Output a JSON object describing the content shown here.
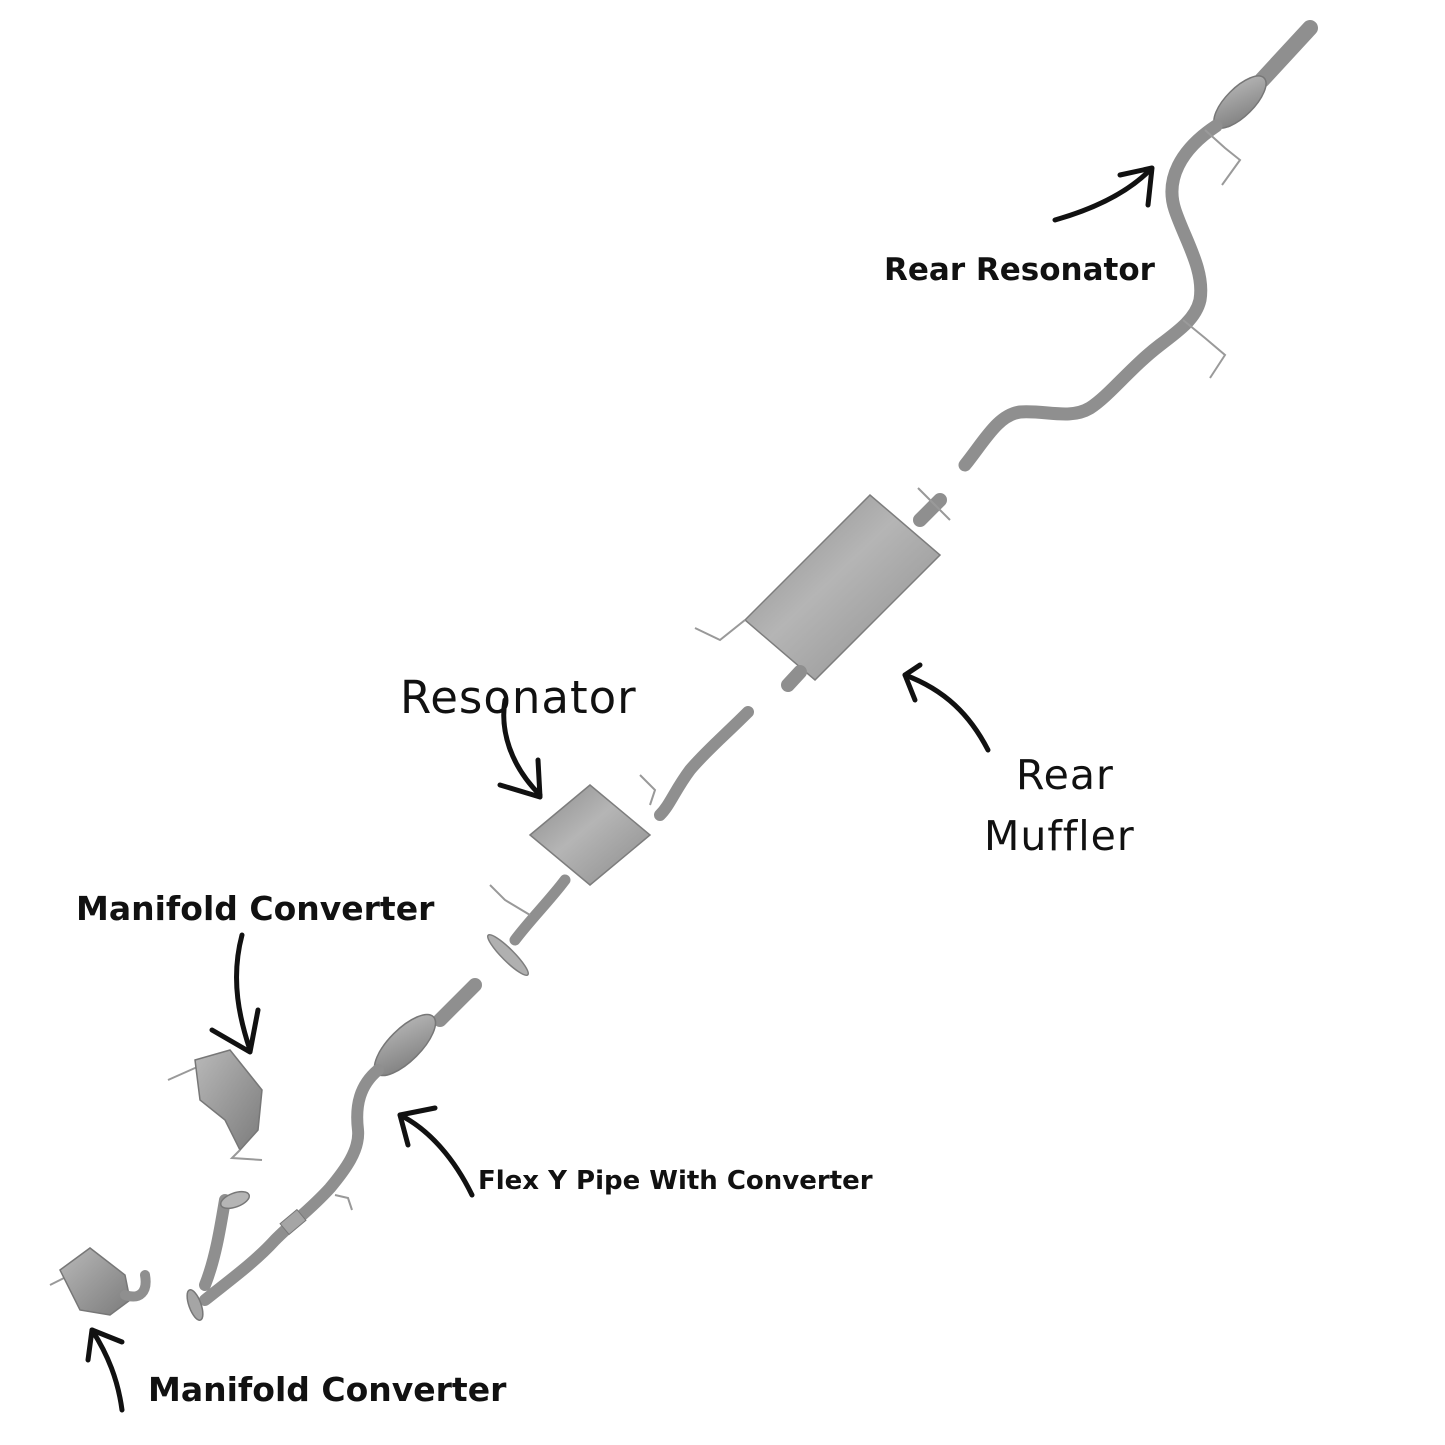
{
  "labels": {
    "rear_resonator": "Rear Resonator",
    "resonator": "Resonator",
    "rear_muffler_line1": "Rear",
    "rear_muffler_line2": "Muffler",
    "manifold_converter_top": "Manifold Converter",
    "flex_y_pipe": "Flex Y Pipe With Converter",
    "manifold_converter_bottom": "Manifold Converter"
  },
  "colors": {
    "background": "#ffffff",
    "text": "#111111",
    "arrow": "#111111",
    "pipe": "#8f8f8f",
    "pipe_highlight": "#c9c9c9",
    "pipe_shadow": "#6e6e6e"
  }
}
